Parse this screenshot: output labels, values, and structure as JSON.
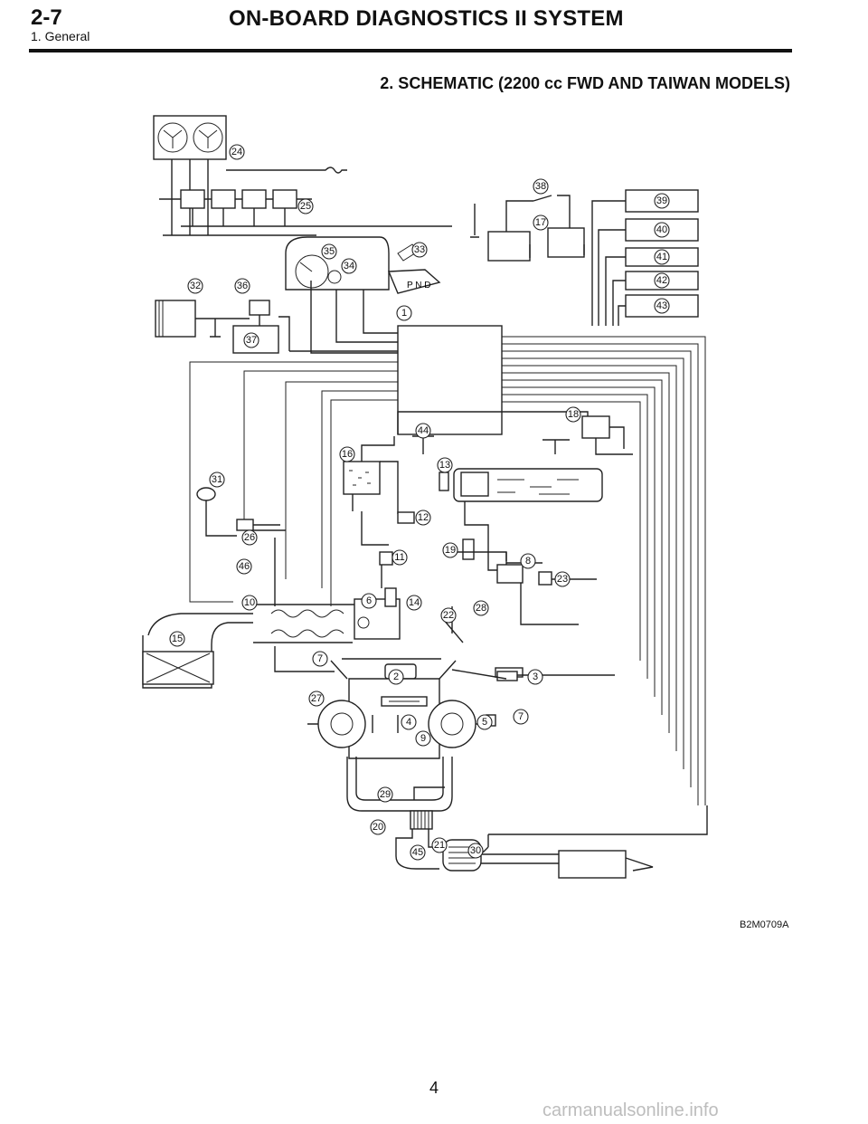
{
  "header": {
    "section": "2-7",
    "title": "ON-BOARD DIAGNOSTICS II SYSTEM",
    "subtitle": "1. General"
  },
  "section_title": "2. SCHEMATIC (2200 cc FWD AND TAIWAN MODELS)",
  "figure": {
    "code": "B2M0709A",
    "callouts": [
      "1",
      "2",
      "3",
      "4",
      "5",
      "6",
      "7",
      "7",
      "8",
      "9",
      "10",
      "11",
      "12",
      "13",
      "14",
      "15",
      "16",
      "17",
      "18",
      "19",
      "20",
      "21",
      "22",
      "23",
      "24",
      "25",
      "26",
      "27",
      "28",
      "29",
      "30",
      "31",
      "32",
      "33",
      "34",
      "35",
      "36",
      "37",
      "38",
      "39",
      "40",
      "41",
      "42",
      "43",
      "44",
      "45",
      "46"
    ],
    "selector_letters": "P N D"
  },
  "footer": {
    "page_number": "4",
    "watermark": "carmanualsonline.info"
  }
}
